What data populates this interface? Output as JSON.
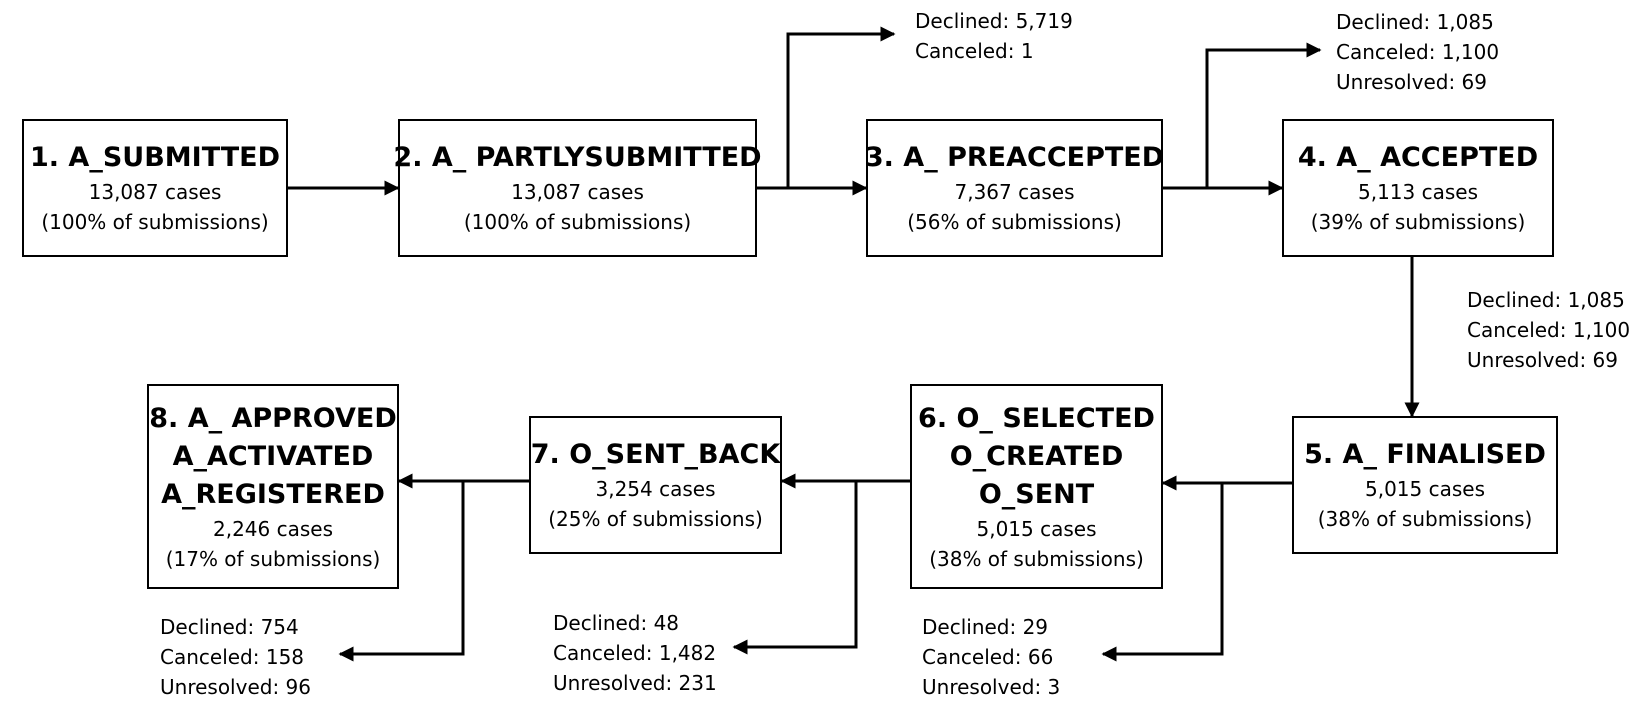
{
  "stages": [
    {
      "id": "s1",
      "title_lines": [
        "1. A_SUBMITTED"
      ],
      "cases": "13,087 cases",
      "share": "(100% of submissions)"
    },
    {
      "id": "s2",
      "title_lines": [
        "2. A_ PARTLYSUBMITTED"
      ],
      "cases": "13,087 cases",
      "share": "(100% of submissions)"
    },
    {
      "id": "s3",
      "title_lines": [
        "3. A_ PREACCEPTED"
      ],
      "cases": "7,367 cases",
      "share": "(56% of submissions)"
    },
    {
      "id": "s4",
      "title_lines": [
        "4. A_ ACCEPTED"
      ],
      "cases": "5,113 cases",
      "share": "(39% of submissions)"
    },
    {
      "id": "s5",
      "title_lines": [
        "5. A_ FINALISED"
      ],
      "cases": "5,015 cases",
      "share": "(38% of submissions)"
    },
    {
      "id": "s6",
      "title_lines": [
        "6. O_ SELECTED",
        "O_CREATED",
        "O_SENT"
      ],
      "cases": "5,015 cases",
      "share": "(38% of submissions)"
    },
    {
      "id": "s7",
      "title_lines": [
        "7. O_SENT_BACK"
      ],
      "cases": "3,254 cases",
      "share": "(25% of submissions)"
    },
    {
      "id": "s8",
      "title_lines": [
        "8. A_ APPROVED",
        "A_ACTIVATED",
        "A_REGISTERED"
      ],
      "cases": "2,246 cases",
      "share": "(17% of submissions)"
    }
  ],
  "exits": [
    {
      "id": "after-s2",
      "lines": [
        "Declined: 5,719",
        "Canceled: 1"
      ]
    },
    {
      "id": "after-s3",
      "lines": [
        "Declined: 1,085",
        "Canceled: 1,100",
        "Unresolved: 69"
      ]
    },
    {
      "id": "after-s4",
      "lines": [
        "Declined: 1,085",
        "Canceled: 1,100",
        "Unresolved: 69"
      ]
    },
    {
      "id": "after-s5",
      "lines": [
        "Declined: 29",
        "Canceled: 66",
        "Unresolved: 3"
      ]
    },
    {
      "id": "after-s6",
      "lines": [
        "Declined: 48",
        "Canceled: 1,482",
        "Unresolved: 231"
      ]
    },
    {
      "id": "after-s7",
      "lines": [
        "Declined: 754",
        "Canceled: 158",
        "Unresolved: 96"
      ]
    }
  ]
}
